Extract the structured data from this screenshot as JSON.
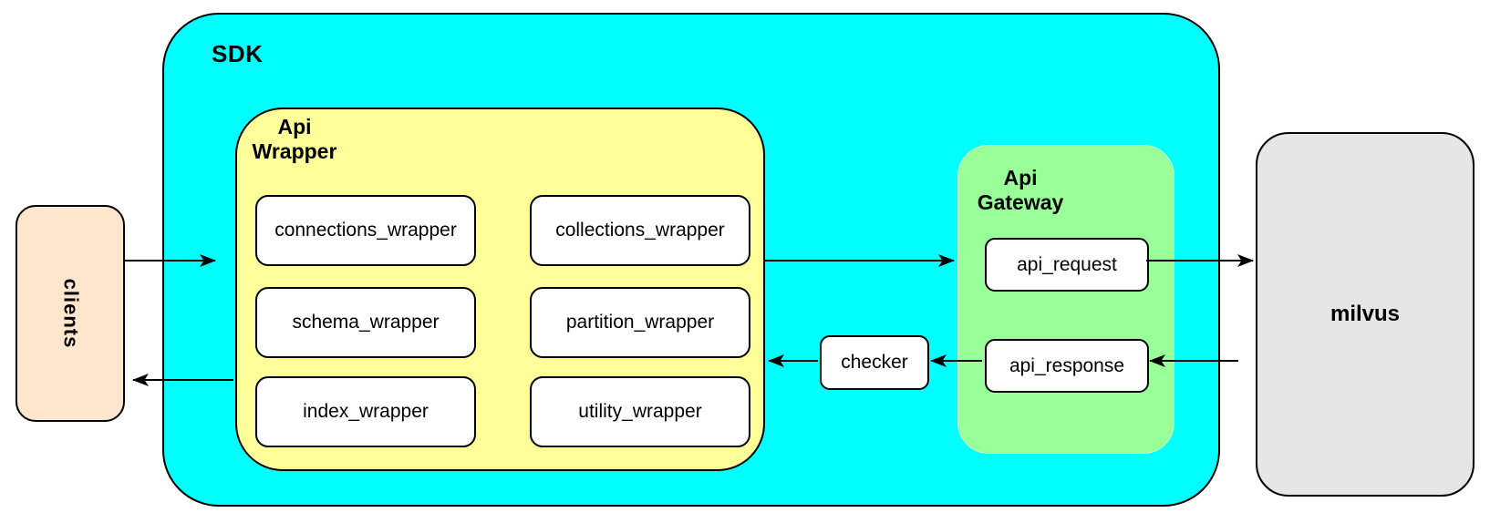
{
  "diagram": {
    "title_visible": false,
    "colors": {
      "sdk_fill": "#00ffff",
      "api_wrapper_fill": "#ffff99",
      "api_gateway_fill": "#99ff99",
      "clients_fill": "#ffe6cc",
      "milvus_fill": "#e6e6e6",
      "node_fill": "#ffffff",
      "stroke": "#000000"
    },
    "clients": {
      "label": "clients"
    },
    "sdk": {
      "label": "SDK",
      "api_wrapper": {
        "label": "Api\nWrapper",
        "modules": [
          "connections_wrapper",
          "collections_wrapper",
          "schema_wrapper",
          "partition_wrapper",
          "index_wrapper",
          "utility_wrapper"
        ]
      },
      "checker": {
        "label": "checker"
      },
      "api_gateway": {
        "label": "Api\nGateway",
        "nodes": [
          "api_request",
          "api_response"
        ]
      }
    },
    "milvus": {
      "label": "milvus"
    },
    "edges": [
      {
        "from": "clients",
        "to": "sdk"
      },
      {
        "from": "sdk",
        "to": "clients"
      },
      {
        "from": "api-wrapper",
        "to": "api-gateway"
      },
      {
        "from": "api_request",
        "to": "milvus"
      },
      {
        "from": "milvus",
        "to": "api_response"
      },
      {
        "from": "api_response",
        "to": "checker"
      },
      {
        "from": "checker",
        "to": "api-wrapper"
      }
    ]
  }
}
